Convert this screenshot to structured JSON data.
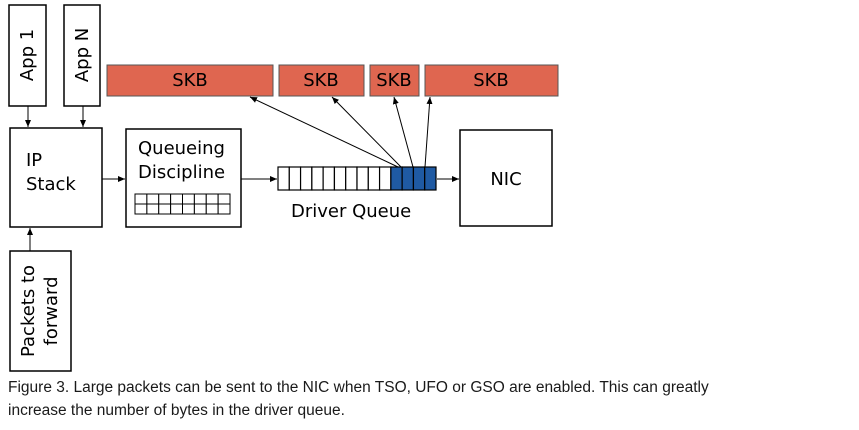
{
  "diagram": {
    "apps": [
      "App 1",
      "App N"
    ],
    "ip_stack": [
      "IP",
      "Stack"
    ],
    "packets_to_forward": [
      "Packets to",
      "forward"
    ],
    "queueing_discipline": [
      "Queueing",
      "Discipline"
    ],
    "driver_queue_label": "Driver Queue",
    "nic_label": "NIC",
    "skb_label": "SKB",
    "skb_blocks": [
      "SKB",
      "SKB",
      "SKB",
      "SKB"
    ],
    "colors": {
      "skb_fill": "#df6650",
      "queue_slot_filled": "#1f5aa3",
      "box_stroke": "#000000"
    },
    "driver_queue": {
      "total_slots": 14,
      "filled_slots": 4
    },
    "qdisc_grid": {
      "rows": 2,
      "cols": 8
    }
  },
  "caption": {
    "line1": "Figure 3. Large packets can be sent to the NIC when TSO, UFO or GSO are enabled. This can greatly",
    "line2": "increase the number of bytes in the driver queue."
  }
}
